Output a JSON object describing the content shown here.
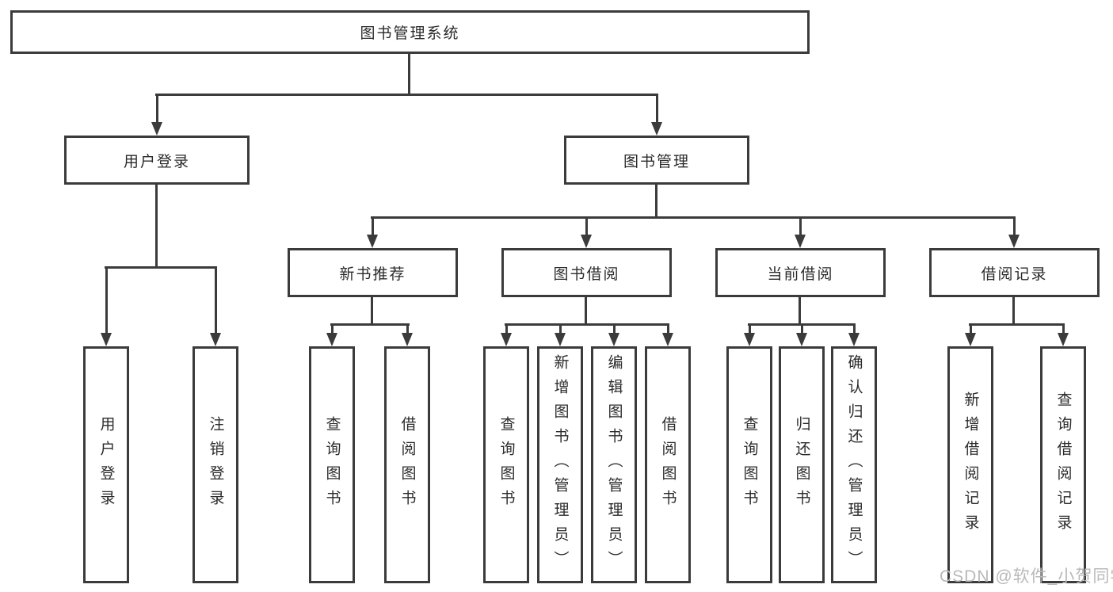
{
  "colors": {
    "line": "#3b3b3b",
    "text": "#2b2b2b",
    "background": "#ffffff",
    "watermark": "#b9b9b9"
  },
  "tree": {
    "root": {
      "label": "图书管理系统"
    },
    "branches": [
      {
        "label": "用户登录",
        "children": [
          {
            "label": "用户登录"
          },
          {
            "label": "注销登录"
          }
        ]
      },
      {
        "label": "图书管理",
        "children": [
          {
            "label": "新书推荐",
            "children": [
              {
                "label": "查询图书"
              },
              {
                "label": "借阅图书"
              }
            ]
          },
          {
            "label": "图书借阅",
            "children": [
              {
                "label": "查询图书"
              },
              {
                "label": "新增图书（管理员）"
              },
              {
                "label": "编辑图书（管理员）"
              },
              {
                "label": "借阅图书"
              }
            ]
          },
          {
            "label": "当前借阅",
            "children": [
              {
                "label": "查询图书"
              },
              {
                "label": "归还图书"
              },
              {
                "label": "确认归还（管理员）"
              }
            ]
          },
          {
            "label": "借阅记录",
            "children": [
              {
                "label": "新增借阅记录"
              },
              {
                "label": "查询借阅记录"
              }
            ]
          }
        ]
      }
    ]
  },
  "watermark": "CSDN @软件_小贺同学"
}
